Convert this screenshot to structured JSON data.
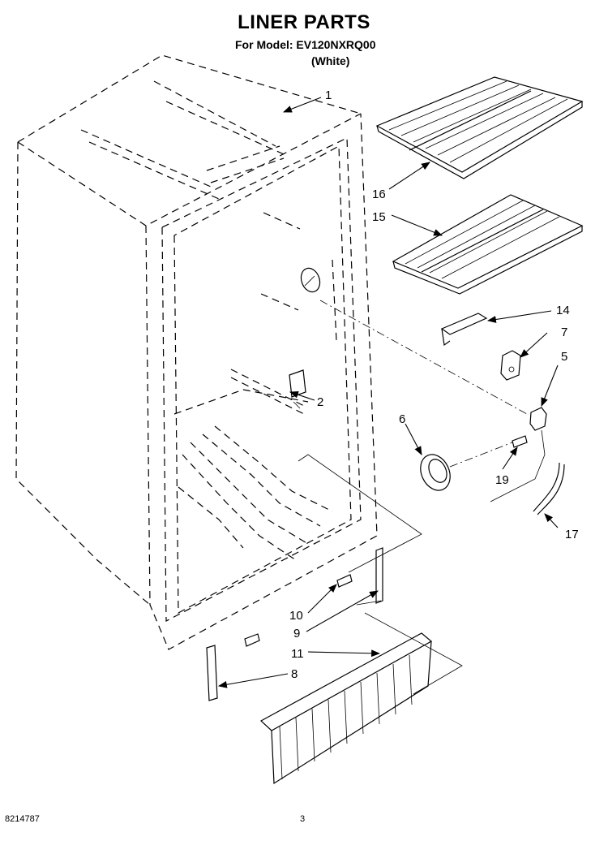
{
  "header": {
    "title": "LINER PARTS",
    "model_line": "For Model: EV120NXRQ00",
    "variant": "(White)"
  },
  "callouts": [
    "1",
    "2",
    "5",
    "6",
    "7",
    "8",
    "9",
    "10",
    "11",
    "14",
    "15",
    "16",
    "17",
    "19"
  ],
  "footer": {
    "part_number": "8214787",
    "page_number": "3"
  }
}
